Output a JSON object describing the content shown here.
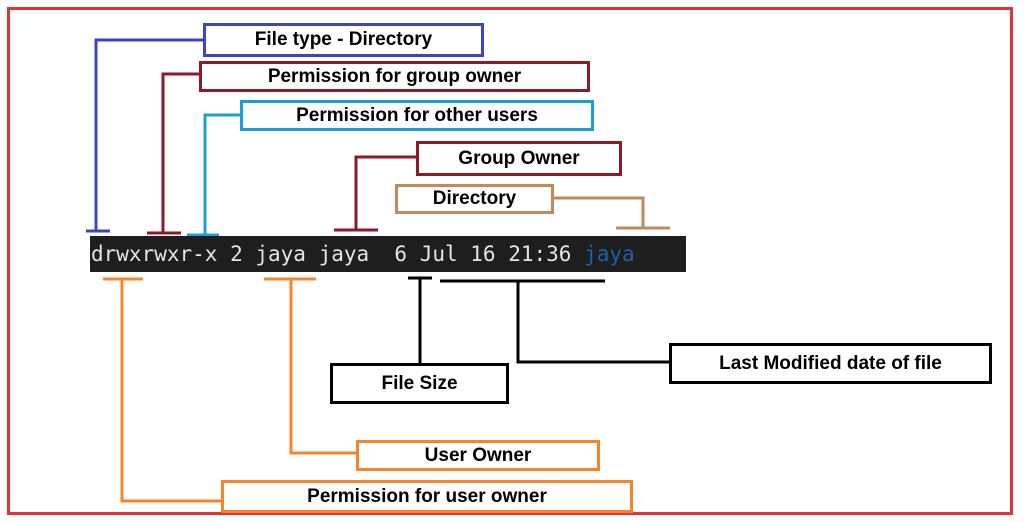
{
  "colors": {
    "frame": "#e8303a",
    "file_type": "#3b45c4",
    "group_perm": "#8b1a2b",
    "other_perm": "#1aa0d8",
    "group_owner": "#8b1a2b",
    "directory": "#c08a5e",
    "file_size": "#000000",
    "last_modified": "#000000",
    "user_owner": "#f5852a",
    "user_perm": "#f5852a",
    "terminal_bg": "#1e1e1e",
    "terminal_text": "#e4e4e4",
    "terminal_name": "#1f5fa8"
  },
  "terminal": {
    "prefix": "drwxrwxr-x 2 jaya jaya  6 Jul 16 21:36 ",
    "name": "jaya"
  },
  "labels": {
    "file_type": "File type - Directory",
    "group_perm": "Permission for group owner",
    "other_perm": "Permission for other users",
    "group_owner": "Group Owner",
    "directory": "Directory",
    "file_size": "File Size",
    "last_modified": "Last Modified date of file",
    "user_owner": "User Owner",
    "user_perm": "Permission for user owner"
  }
}
